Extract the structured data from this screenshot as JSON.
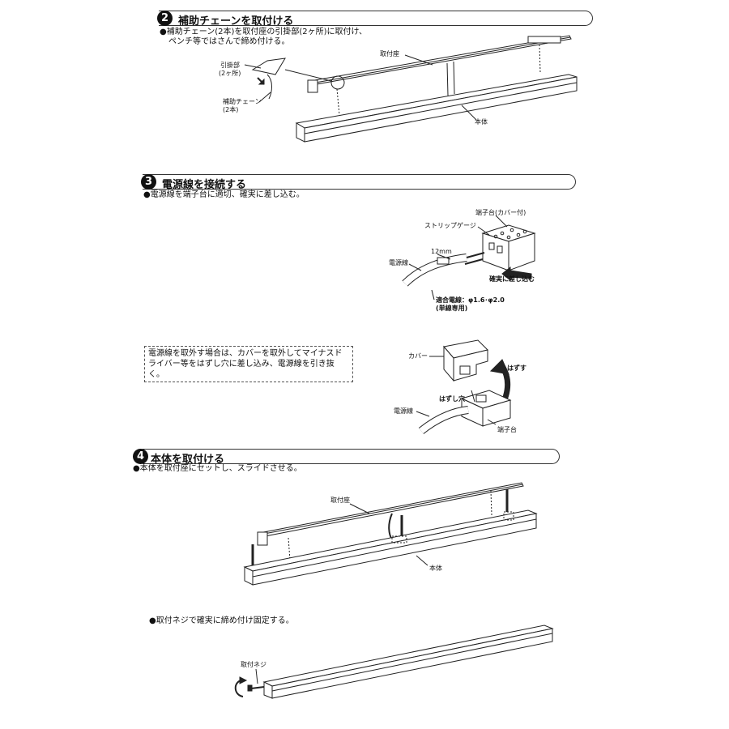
{
  "step2": {
    "num": "2",
    "title": "補助チェーンを取付ける",
    "desc_line1": "●補助チェーン(2本)を取付座の引掛部(2ヶ所)に取付け、",
    "desc_line2": "ペンチ等ではさんで締め付ける。",
    "label_hook_1": "引掛部",
    "label_hook_2": "(2ヶ所)",
    "label_chain_1": "補助チェーン",
    "label_chain_2": "(2本)",
    "label_mount": "取付座",
    "label_body": "本体"
  },
  "step3": {
    "num": "3",
    "title": "電源線を接続する",
    "desc": "●電源線を端子台に適切、確実に差し込む。",
    "label_terminal": "端子台(カバー付)",
    "label_strip": "ストリップゲージ",
    "label_12mm": "12mm",
    "label_wire": "電源線",
    "label_insert": "確実に差し込む",
    "label_wire_spec": "適合電線：φ1.6･φ2.0",
    "label_single": "(単線専用)",
    "note_line1": "電源線を取外す場合は、カバーを取外してマイナスド",
    "note_line2": "ライバー等をはずし穴に差し込み、電源線を引き抜く。",
    "label_cover": "カバー",
    "label_remove": "はずす",
    "label_hole": "はずし穴",
    "label_wire2": "電源線",
    "label_terminal2": "端子台"
  },
  "step4": {
    "num": "4",
    "title": "本体を取付ける",
    "desc": "●本体を取付座にセットし、スライドさせる。",
    "label_mount": "取付座",
    "label_body": "本体",
    "desc2": "●取付ネジで確実に締め付け固定する。",
    "label_screw": "取付ネジ"
  },
  "colors": {
    "line": "#222222",
    "shade": "#cccccc",
    "arrow": "#222222"
  }
}
